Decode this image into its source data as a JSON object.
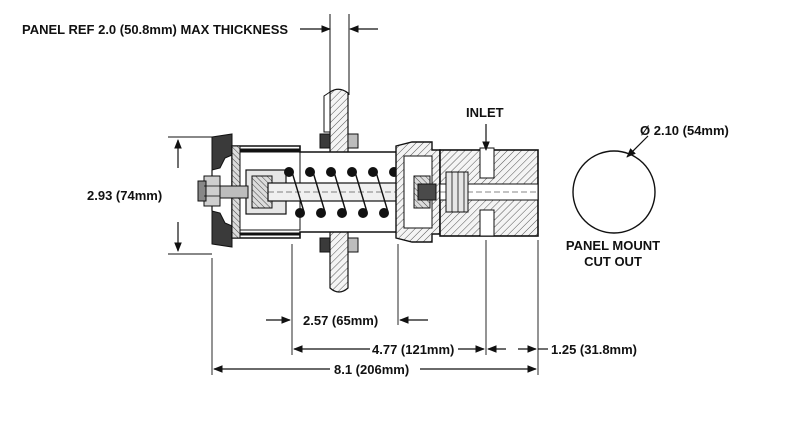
{
  "labels": {
    "panel_ref": "PANEL REF 2.0 (50.8mm) MAX THICKNESS",
    "inlet": "INLET",
    "cutout_diameter": "Ø 2.10 (54mm)",
    "cutout_title_line1": "PANEL MOUNT",
    "cutout_title_line2": "CUT OUT",
    "height_dim": "2.93 (74mm)",
    "dim_panel_to_body": "2.57 (65mm)",
    "dim_body": "4.77 (121mm)",
    "dim_manifold": "1.25 (31.8mm)",
    "dim_overall": "8.1 (206mm)"
  },
  "colors": {
    "line": "#111111",
    "hatch": "#555555",
    "fill_light": "#e6e6e6",
    "fill_mid": "#bdbdbd",
    "fill_dark": "#4a4a4a"
  }
}
